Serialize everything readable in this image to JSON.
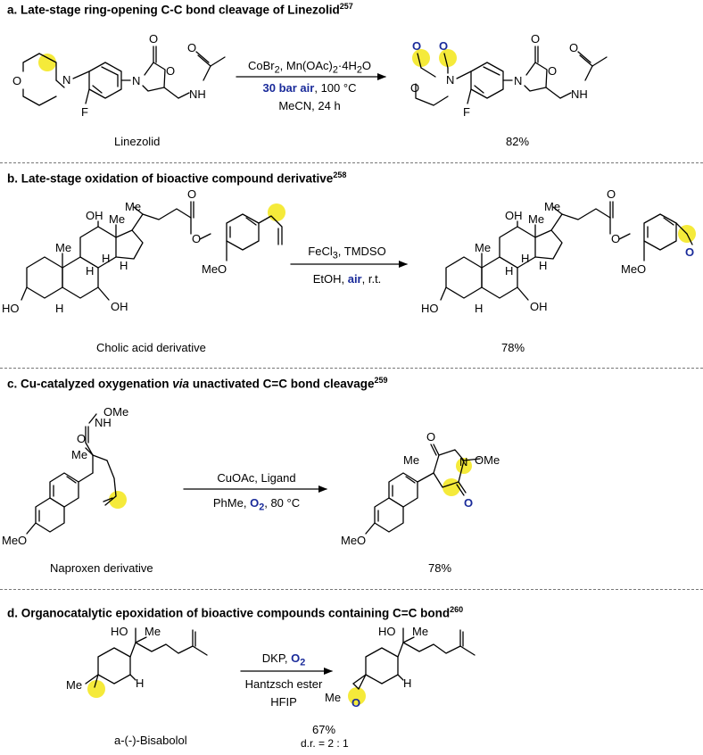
{
  "sections": [
    {
      "title": "a. Late-stage ring-opening C-C bond cleavage of Linezolid",
      "ref": "257",
      "substrate": "Linezolid",
      "conditions": {
        "line1_pre": "CoBr",
        "line1_sub1": "2",
        "line1_mid": ", Mn(OAc)",
        "line1_sub2": "2",
        "line1_post": "·4H",
        "line1_sub3": "2",
        "line1_end": "O",
        "line2_blue": "30 bar air",
        "line2_rest": ", 100 °C",
        "line3": "MeCN, 24 h"
      },
      "yield": "82%"
    },
    {
      "title": "b. Late-stage oxidation of bioactive compound derivative",
      "ref": "258",
      "substrate": "Cholic acid derivative",
      "conditions": {
        "line1_pre": "FeCl",
        "line1_sub": "3",
        "line1_post": ", TMDSO",
        "line2_pre": "EtOH, ",
        "line2_blue": "air",
        "line2_post": ", r.t."
      },
      "yield": "78%"
    },
    {
      "title_pre": "c. Cu-catalyzed oxygenation ",
      "title_italic": "via",
      "title_post": " unactivated C=C bond cleavage",
      "ref": "259",
      "substrate": "Naproxen derivative",
      "conditions": {
        "line1": "CuOAc, Ligand",
        "line2_pre": "PhMe, ",
        "line2_blue": "O",
        "line2_sub": "2",
        "line2_post": ", 80 °C"
      },
      "yield": "78%"
    },
    {
      "title": "d. Organocatalytic epoxidation of bioactive compounds containing C=C bond",
      "ref": "260",
      "substrate": "a-(-)-Bisabolol",
      "conditions": {
        "line1_pre": "DKP, ",
        "line1_blue": "O",
        "line1_sub": "2",
        "line2": "Hantzsch ester",
        "line3": "HFIP"
      },
      "yield": "67%",
      "dr": "d.r. = 2 : 1"
    }
  ],
  "atoms": {
    "O": "O",
    "N": "N",
    "F": "F",
    "NH": "NH",
    "H": "H",
    "Me": "Me",
    "OH": "OH",
    "HO": "HO",
    "MeO": "MeO",
    "OMe": "OMe"
  },
  "colors": {
    "highlight": "#f5ea3a",
    "accent": "#1a2b9a",
    "separator": "#777777"
  }
}
